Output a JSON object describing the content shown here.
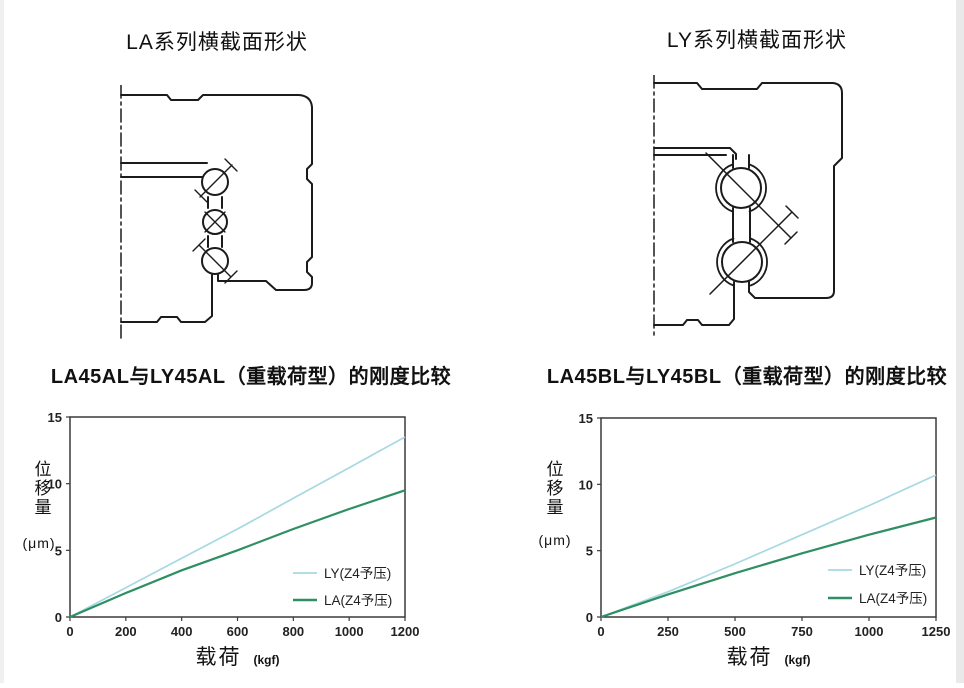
{
  "sections": {
    "la_drawing_title": "LA系列横截面形状",
    "ly_drawing_title": "LY系列横截面形状"
  },
  "drawings": {
    "la": "LA series cross-section: three balls in vertical row with contact-angle marks",
    "ly": "LY series cross-section: two large balls on 45-degree crossed contact lines"
  },
  "colors": {
    "ly_line": "#a6d9e2",
    "la_line": "#2f8f63",
    "ink": "#1b1b1b",
    "axis": "#3a3a3a"
  },
  "chart_data": [
    {
      "type": "line",
      "title": "LA45AL与LY45AL（重载荷型）的刚度比较",
      "xlabel": "载荷",
      "xunit": "(kgf)",
      "ylabel": "位移量",
      "yunit": "(μm)",
      "xlim": [
        0,
        1200
      ],
      "ylim": [
        0,
        15
      ],
      "xticks": [
        0,
        200,
        400,
        600,
        800,
        1000,
        1200
      ],
      "yticks": [
        0,
        5,
        10,
        15
      ],
      "grid": false,
      "legend_position": "bottom-right",
      "series": [
        {
          "name": "LY(Z4予压)",
          "color": "#a6d9e2",
          "x": [
            0,
            200,
            400,
            600,
            800,
            1000,
            1200
          ],
          "y": [
            0,
            2.2,
            4.4,
            6.6,
            8.9,
            11.2,
            13.5
          ]
        },
        {
          "name": "LA(Z4予压)",
          "color": "#2f8f63",
          "x": [
            0,
            200,
            400,
            600,
            800,
            1000,
            1200
          ],
          "y": [
            0,
            1.8,
            3.5,
            5.0,
            6.6,
            8.1,
            9.5
          ]
        }
      ]
    },
    {
      "type": "line",
      "title": "LA45BL与LY45BL（重载荷型）的刚度比较",
      "xlabel": "载荷",
      "xunit": "(kgf)",
      "ylabel": "位移量",
      "yunit": "(μm)",
      "xlim": [
        0,
        1250
      ],
      "ylim": [
        0,
        15
      ],
      "xticks": [
        0,
        250,
        500,
        750,
        1000,
        1250
      ],
      "yticks": [
        0,
        5,
        10,
        15
      ],
      "grid": false,
      "legend_position": "bottom-right",
      "series": [
        {
          "name": "LY(Z4予压)",
          "color": "#a6d9e2",
          "x": [
            0,
            250,
            500,
            750,
            1000,
            1250
          ],
          "y": [
            0,
            1.9,
            4.0,
            6.2,
            8.4,
            10.7
          ]
        },
        {
          "name": "LA(Z4予压)",
          "color": "#2f8f63",
          "x": [
            0,
            250,
            500,
            750,
            1000,
            1250
          ],
          "y": [
            0,
            1.7,
            3.3,
            4.8,
            6.2,
            7.5
          ]
        }
      ]
    }
  ]
}
